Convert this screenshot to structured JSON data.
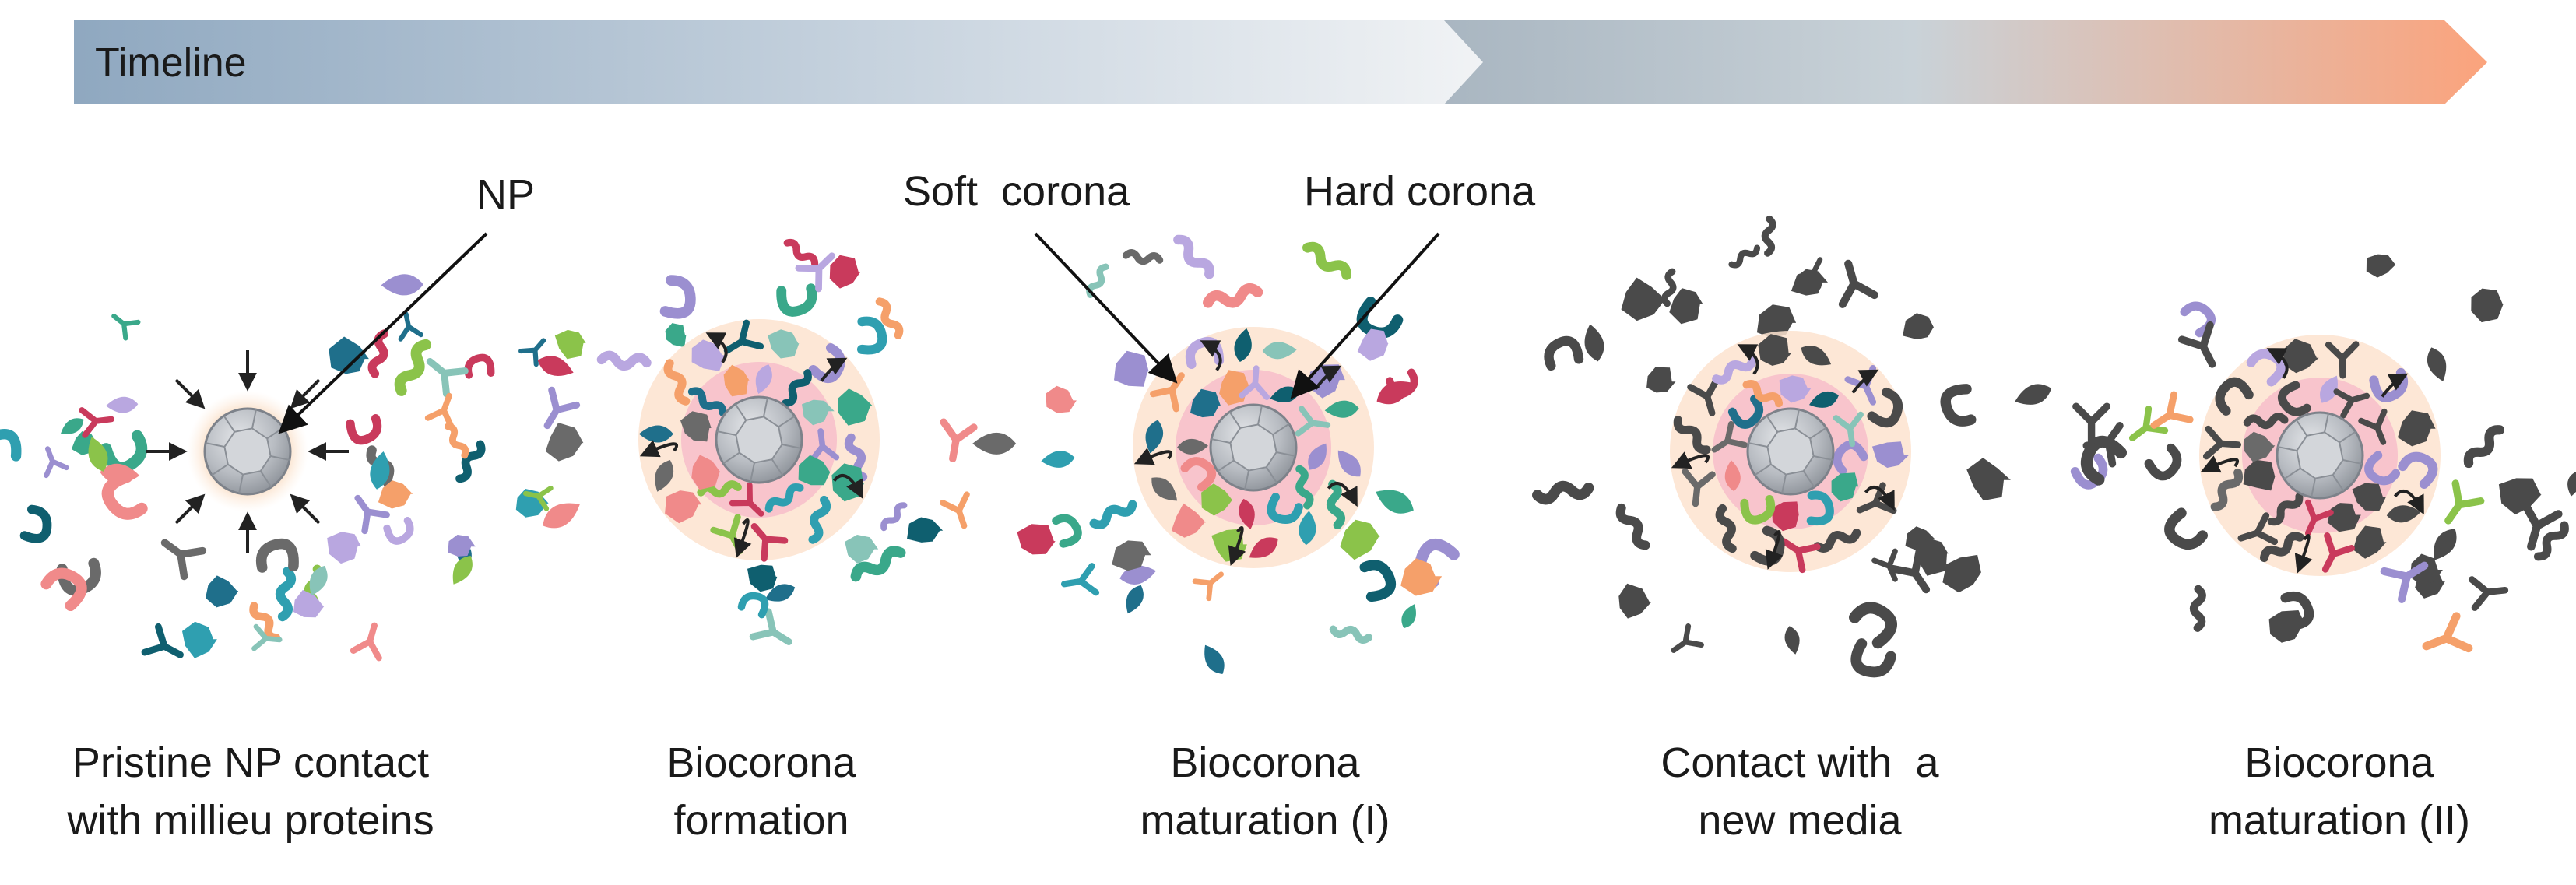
{
  "timeline": {
    "label": "Timeline",
    "colors": {
      "start": "#8fa8c0",
      "mid": "#f1f3f5",
      "second_start": "#a9b6c1",
      "end": "#fba37c"
    }
  },
  "callouts": {
    "np": "NP",
    "soft_corona": "Soft  corona",
    "hard_corona": "Hard corona"
  },
  "stages": [
    {
      "line1": "Pristine NP contact",
      "line2": "with millieu proteins"
    },
    {
      "line1": "Biocorona",
      "line2": "formation"
    },
    {
      "line1": "Biocorona",
      "line2": "maturation (I)"
    },
    {
      "line1": "Contact with  a",
      "line2": "new media"
    },
    {
      "line1": "Biocorona",
      "line2": "maturation (II)"
    }
  ],
  "colors": {
    "protein_palette": [
      "#9b8fd0",
      "#3aa88a",
      "#2f9fb0",
      "#c93a5c",
      "#8bc34a",
      "#f08a8a",
      "#6a6a6a",
      "#1f6f8b",
      "#f5a06a",
      "#b9a7e0",
      "#0f5f6f",
      "#88c4b8"
    ],
    "new_media_protein": "#4a4a4a",
    "corona_halo": "#fde3cf",
    "hard_corona_ring": "#f5b8c8",
    "nanoparticle": "#b8bcc2"
  }
}
